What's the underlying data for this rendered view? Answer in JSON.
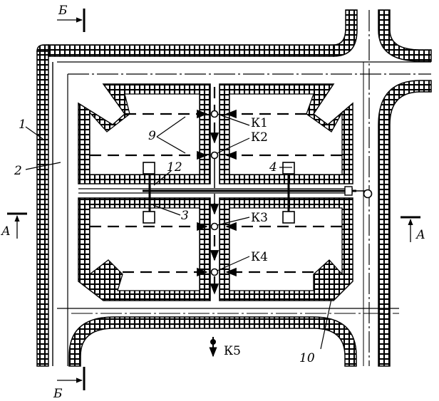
{
  "section_marks": {
    "b_top": "Б",
    "b_bottom": "Б",
    "a_left": "А",
    "a_right": "А"
  },
  "wells": {
    "k1": "К1",
    "k2": "К2",
    "k3": "К3",
    "k4": "К4",
    "k5": "К5"
  },
  "callouts": {
    "n1": "1",
    "n2": "2",
    "n3": "3",
    "n4": "4",
    "n9": "9",
    "n10": "10",
    "n12": "12"
  }
}
